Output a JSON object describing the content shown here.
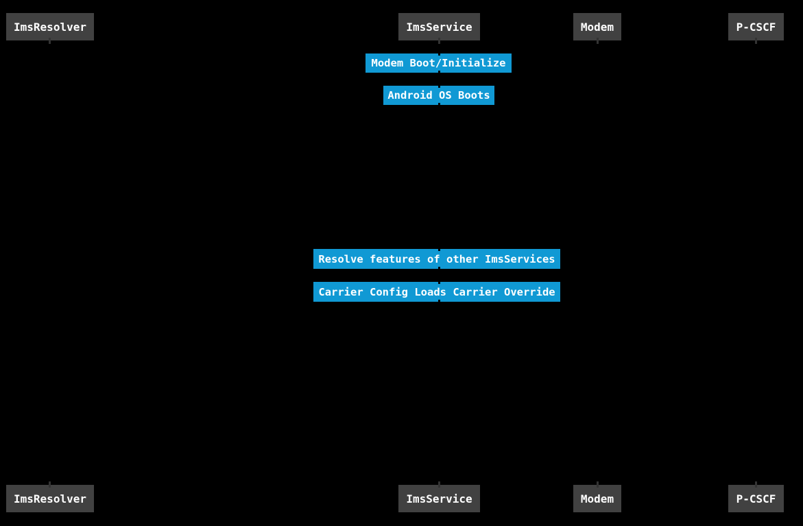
{
  "diagram_type": "sequence-diagram",
  "colors": {
    "background": "#000000",
    "participant_fill": "#414141",
    "note_fill": "#1099d4",
    "text": "#ffffff",
    "lifeline_stub": "#333333"
  },
  "participants": [
    {
      "label": "ImsResolver"
    },
    {
      "label": "ImsService"
    },
    {
      "label": "Modem"
    },
    {
      "label": "P-CSCF"
    }
  ],
  "notes": [
    {
      "label": "Modem Boot/Initialize"
    },
    {
      "label": "Android OS Boots"
    },
    {
      "label": "Resolve features of other ImsServices"
    },
    {
      "label": "Carrier Config Loads Carrier Override"
    }
  ]
}
